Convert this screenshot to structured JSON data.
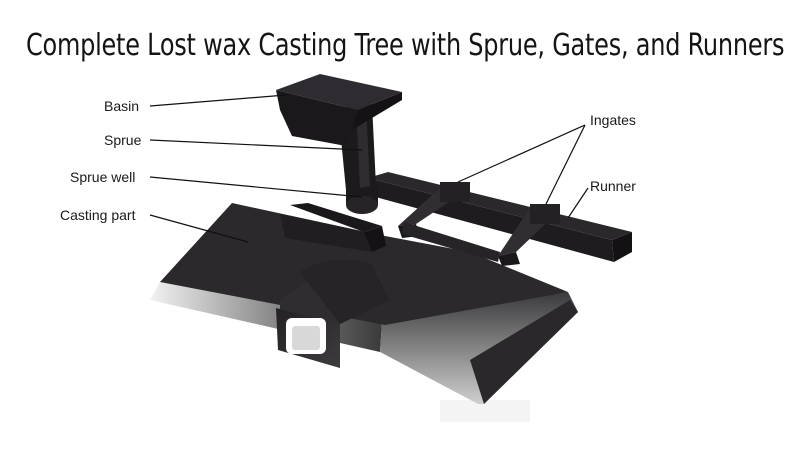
{
  "title": "Complete Lost wax Casting Tree with Sprue, Gates, and Runners",
  "labels": {
    "basin": "Basin",
    "sprue": "Sprue",
    "sprue_well": "Sprue well",
    "casting_part": "Casting part",
    "ingates": "Ingates",
    "runner": "Runner"
  },
  "colors": {
    "text": "#141414",
    "part_dark": "#1d1b1e",
    "part_top": "#2b292c",
    "leader_line": "#111111"
  }
}
